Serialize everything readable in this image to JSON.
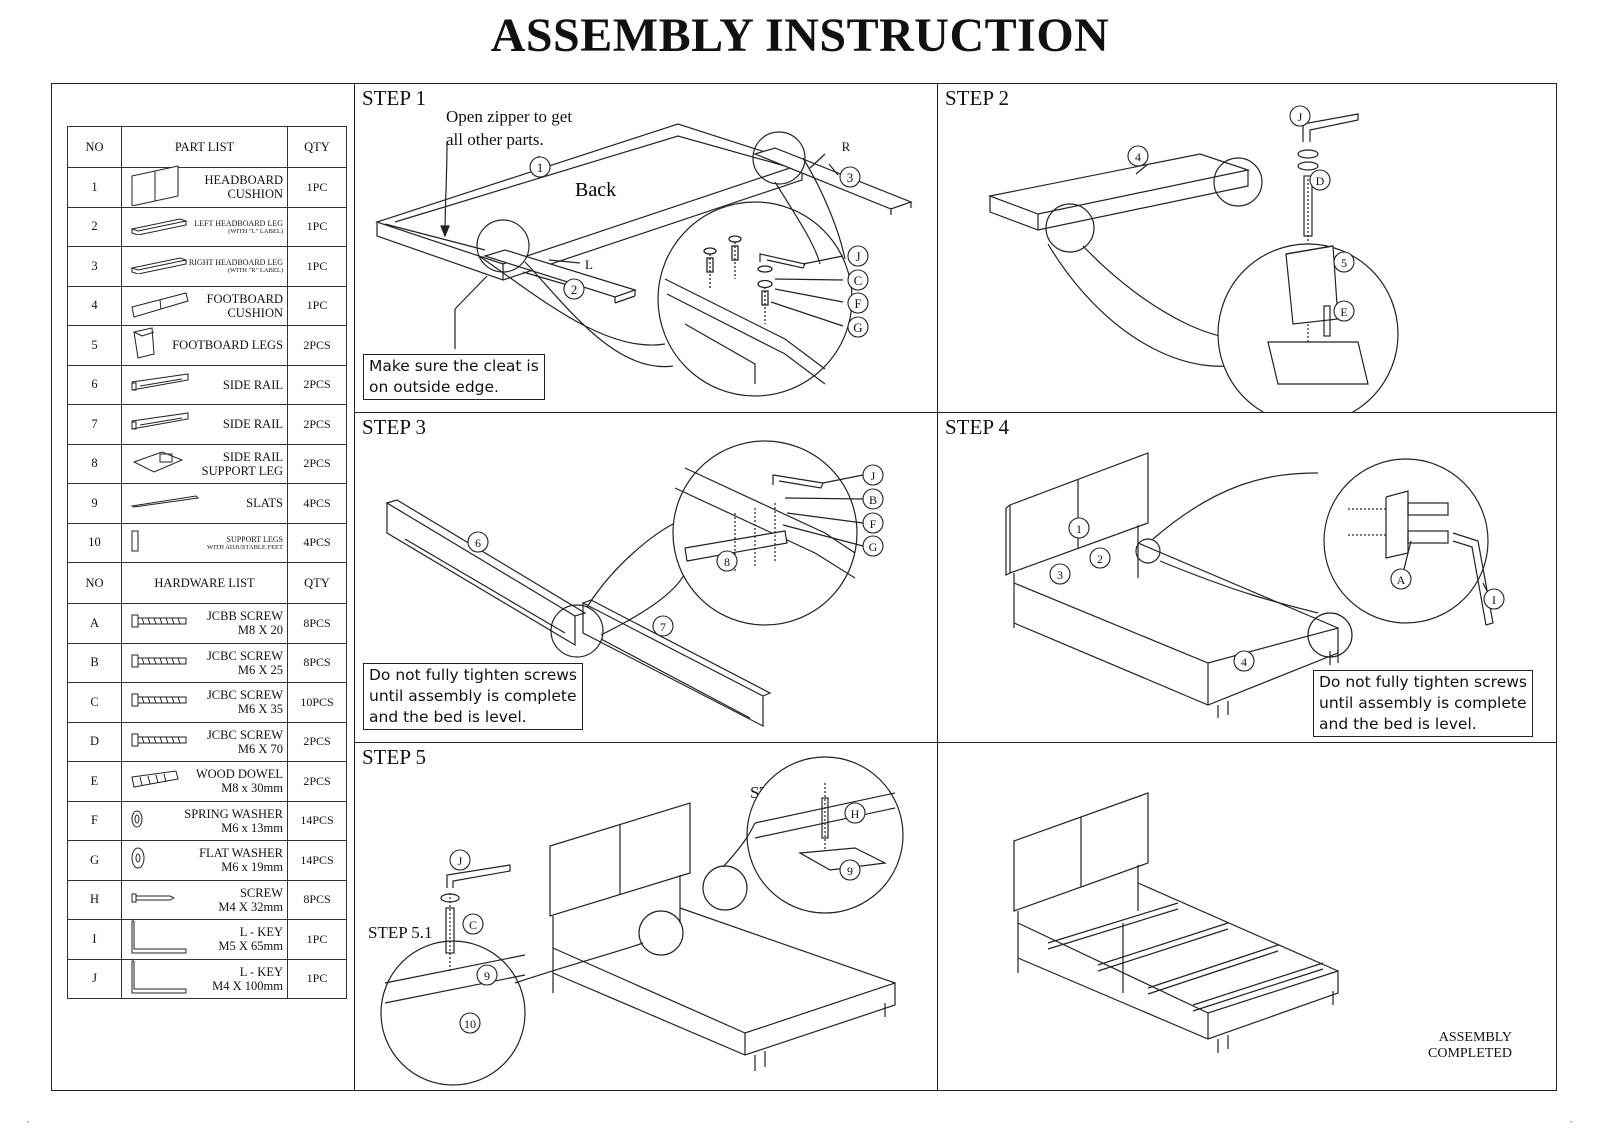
{
  "title": "ASSEMBLY INSTRUCTION",
  "parts_table": {
    "headers": {
      "no": "NO",
      "part": "PART LIST",
      "qty": "QTY"
    },
    "parts": [
      {
        "no": "1",
        "name": "HEADBOARD CUSHION",
        "qty": "1PC",
        "icon": "headboard-icon"
      },
      {
        "no": "2",
        "name": "LEFT HEADBOARD LEG",
        "sub": "(WITH \"L\" LABEL)",
        "qty": "1PC",
        "icon": "left-leg-icon"
      },
      {
        "no": "3",
        "name": "RIGHT HEADBOARD LEG",
        "sub": "(WITH \"R\" LABEL)",
        "qty": "1PC",
        "icon": "right-leg-icon"
      },
      {
        "no": "4",
        "name": "FOOTBOARD CUSHION",
        "qty": "1PC",
        "icon": "footboard-icon"
      },
      {
        "no": "5",
        "name": "FOOTBOARD LEGS",
        "qty": "2PCS",
        "icon": "footboard-leg-icon"
      },
      {
        "no": "6",
        "name": "SIDE RAIL",
        "qty": "2PCS",
        "icon": "side-rail-icon"
      },
      {
        "no": "7",
        "name": "SIDE RAIL",
        "qty": "2PCS",
        "icon": "side-rail-icon"
      },
      {
        "no": "8",
        "name": "SIDE RAIL SUPPORT LEG",
        "qty": "2PCS",
        "icon": "support-leg-plate-icon"
      },
      {
        "no": "9",
        "name": "SLATS",
        "qty": "4PCS",
        "icon": "slat-icon"
      },
      {
        "no": "10",
        "name": "SUPPORT LEGS",
        "sub": "WITH ADJUSTABLE FEET",
        "qty": "4PCS",
        "icon": "support-leg-icon"
      }
    ],
    "hardware_headers": {
      "no": "NO",
      "part": "HARDWARE LIST",
      "qty": "QTY"
    },
    "hardware": [
      {
        "no": "A",
        "name": "JCBB SCREW",
        "size": "M8 X 20",
        "qty": "8PCS",
        "icon": "screw-icon"
      },
      {
        "no": "B",
        "name": "JCBC SCREW",
        "size": "M6 X 25",
        "qty": "8PCS",
        "icon": "screw-icon"
      },
      {
        "no": "C",
        "name": "JCBC SCREW",
        "size": "M6 X 35",
        "qty": "10PCS",
        "icon": "screw-icon"
      },
      {
        "no": "D",
        "name": "JCBC SCREW",
        "size": "M6 X 70",
        "qty": "2PCS",
        "icon": "screw-icon"
      },
      {
        "no": "E",
        "name": "WOOD DOWEL",
        "size": "M8 x 30mm",
        "qty": "2PCS",
        "icon": "dowel-icon"
      },
      {
        "no": "F",
        "name": "SPRING WASHER",
        "size": "M6 x 13mm",
        "qty": "14PCS",
        "icon": "spring-washer-icon"
      },
      {
        "no": "G",
        "name": "FLAT WASHER",
        "size": "M6 x 19mm",
        "qty": "14PCS",
        "icon": "flat-washer-icon"
      },
      {
        "no": "H",
        "name": "SCREW",
        "size": "M4 X 32mm",
        "qty": "8PCS",
        "icon": "wood-screw-icon"
      },
      {
        "no": "I",
        "name": "L - KEY",
        "size": "M5 X 65mm",
        "qty": "1PC",
        "icon": "l-key-icon"
      },
      {
        "no": "J",
        "name": "L - KEY",
        "size": "M4 X 100mm",
        "qty": "1PC",
        "icon": "l-key-icon"
      }
    ]
  },
  "steps": {
    "step1": {
      "label": "STEP 1",
      "zipper": "Open zipper to get\nall other parts.",
      "back": "Back",
      "note": "Make sure the cleat is\non outside edge.",
      "letter_l": "L",
      "letter_r": "R",
      "callouts": [
        "1",
        "2",
        "3",
        "J",
        "C",
        "F",
        "G"
      ]
    },
    "step2": {
      "label": "STEP 2",
      "callouts": [
        "4",
        "J",
        "D",
        "5",
        "E"
      ]
    },
    "step3": {
      "label": "STEP 3",
      "note": "Do not fully tighten screws\nuntil assembly is complete\nand the bed is level.",
      "callouts": [
        "6",
        "7",
        "8",
        "J",
        "B",
        "F",
        "G"
      ]
    },
    "step4": {
      "label": "STEP 4",
      "note": "Do not fully tighten screws\nuntil assembly is complete\nand the bed is level.",
      "callouts": [
        "1",
        "2",
        "3",
        "4",
        "A",
        "I"
      ]
    },
    "step5": {
      "label": "STEP 5",
      "sub1": "STEP 5.1",
      "sub2": "STEP 5.2",
      "callouts": [
        "J",
        "C",
        "9",
        "10",
        "H",
        "9"
      ]
    },
    "final": {
      "completed": "ASSEMBLY\nCOMPLETED"
    }
  }
}
